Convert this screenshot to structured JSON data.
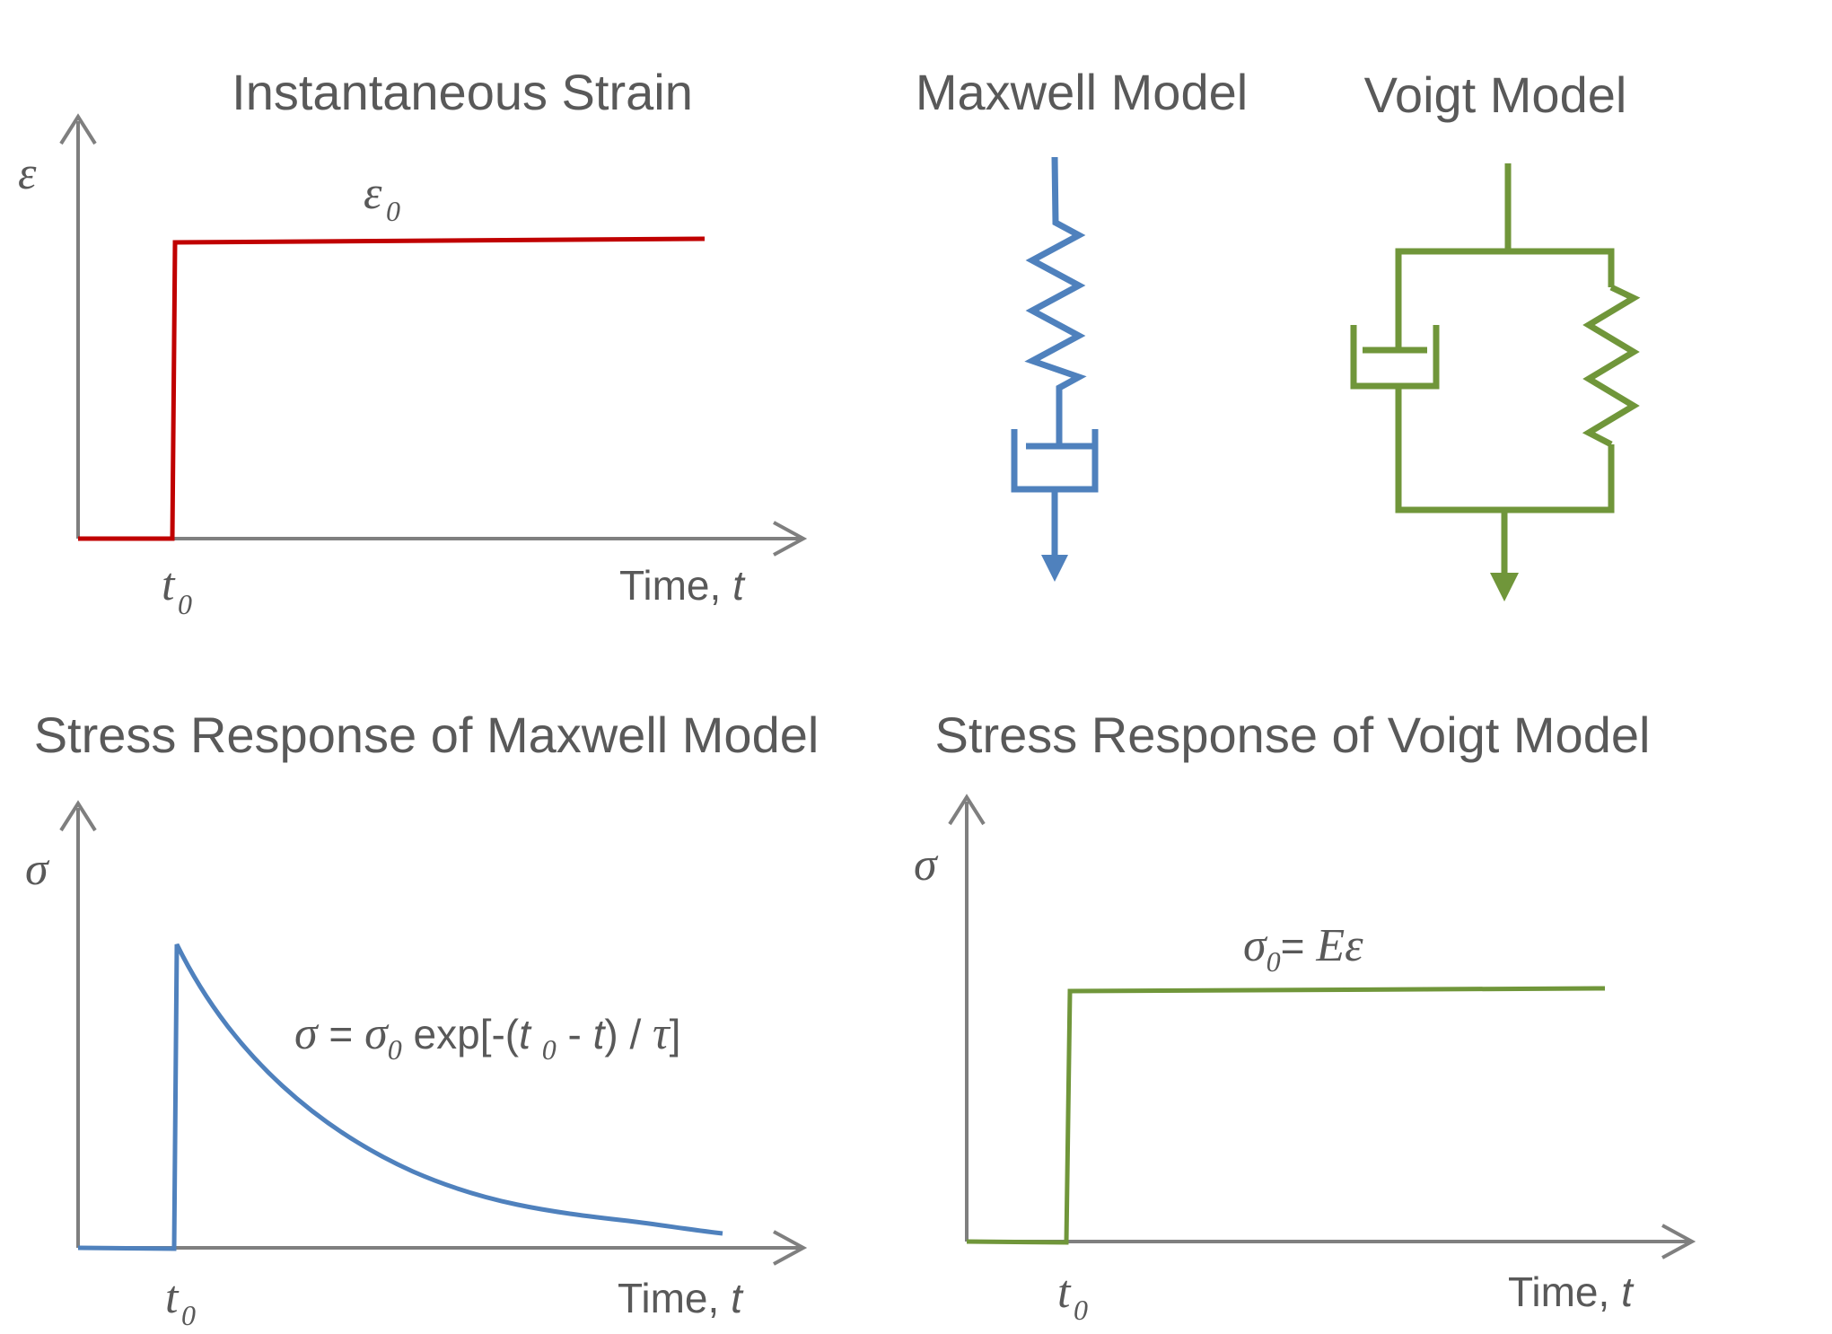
{
  "colors": {
    "axis": "#7f7f7f",
    "text": "#595959",
    "strain": "#c00000",
    "maxwell": "#4f81bd",
    "voigt": "#70963a"
  },
  "panels": {
    "strain": {
      "title": "Instantaneous Strain",
      "y_symbol": "ε",
      "level_symbol": "ε",
      "level_sub": "0",
      "t0": "t",
      "t0_sub": "0",
      "xlabel": "Time, ",
      "xlabel_var": "t"
    },
    "maxwell_model": {
      "title": "Maxwell Model"
    },
    "voigt_model": {
      "title": "Voigt Model"
    },
    "maxwell_stress": {
      "title": "Stress Response of Maxwell Model",
      "y_symbol": "σ",
      "eq_sigma": "σ",
      "eq_eq": " = ",
      "eq_sigma0": "σ",
      "eq_sub0": "0",
      "eq_exp": " exp[-(",
      "eq_t": "t ",
      "eq_tsub": "0",
      "eq_mid": " - ",
      "eq_t2": "t",
      "eq_close": ") / ",
      "eq_tau": "τ",
      "eq_end": "]",
      "t0": "t",
      "t0_sub": "0",
      "xlabel": "Time, ",
      "xlabel_var": "t"
    },
    "voigt_stress": {
      "title": "Stress Response of Voigt Model",
      "y_symbol": "σ",
      "eq_sigma0": "σ",
      "eq_sub0": "0",
      "eq_eq": "= ",
      "eq_E": "E",
      "eq_eps": "ε",
      "t0": "t",
      "t0_sub": "0",
      "xlabel": "Time, ",
      "xlabel_var": "t"
    }
  }
}
